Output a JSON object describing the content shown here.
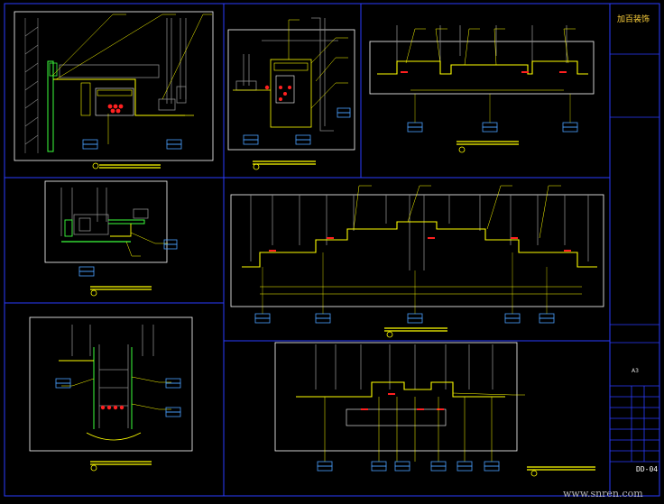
{
  "title_block": {
    "company": "加百装饰",
    "drawing_no": "DD-04",
    "scale": "A3"
  },
  "watermark": "www.snren.com",
  "colors": {
    "background": "#000000",
    "frame": "#2a3cff",
    "structure": "#8a8a8a",
    "dimension": "#ffff00",
    "fixture": "#ff2020",
    "tag": "#4aa0ff",
    "label": "#e0e0e0",
    "accent": "#3cff3c"
  }
}
